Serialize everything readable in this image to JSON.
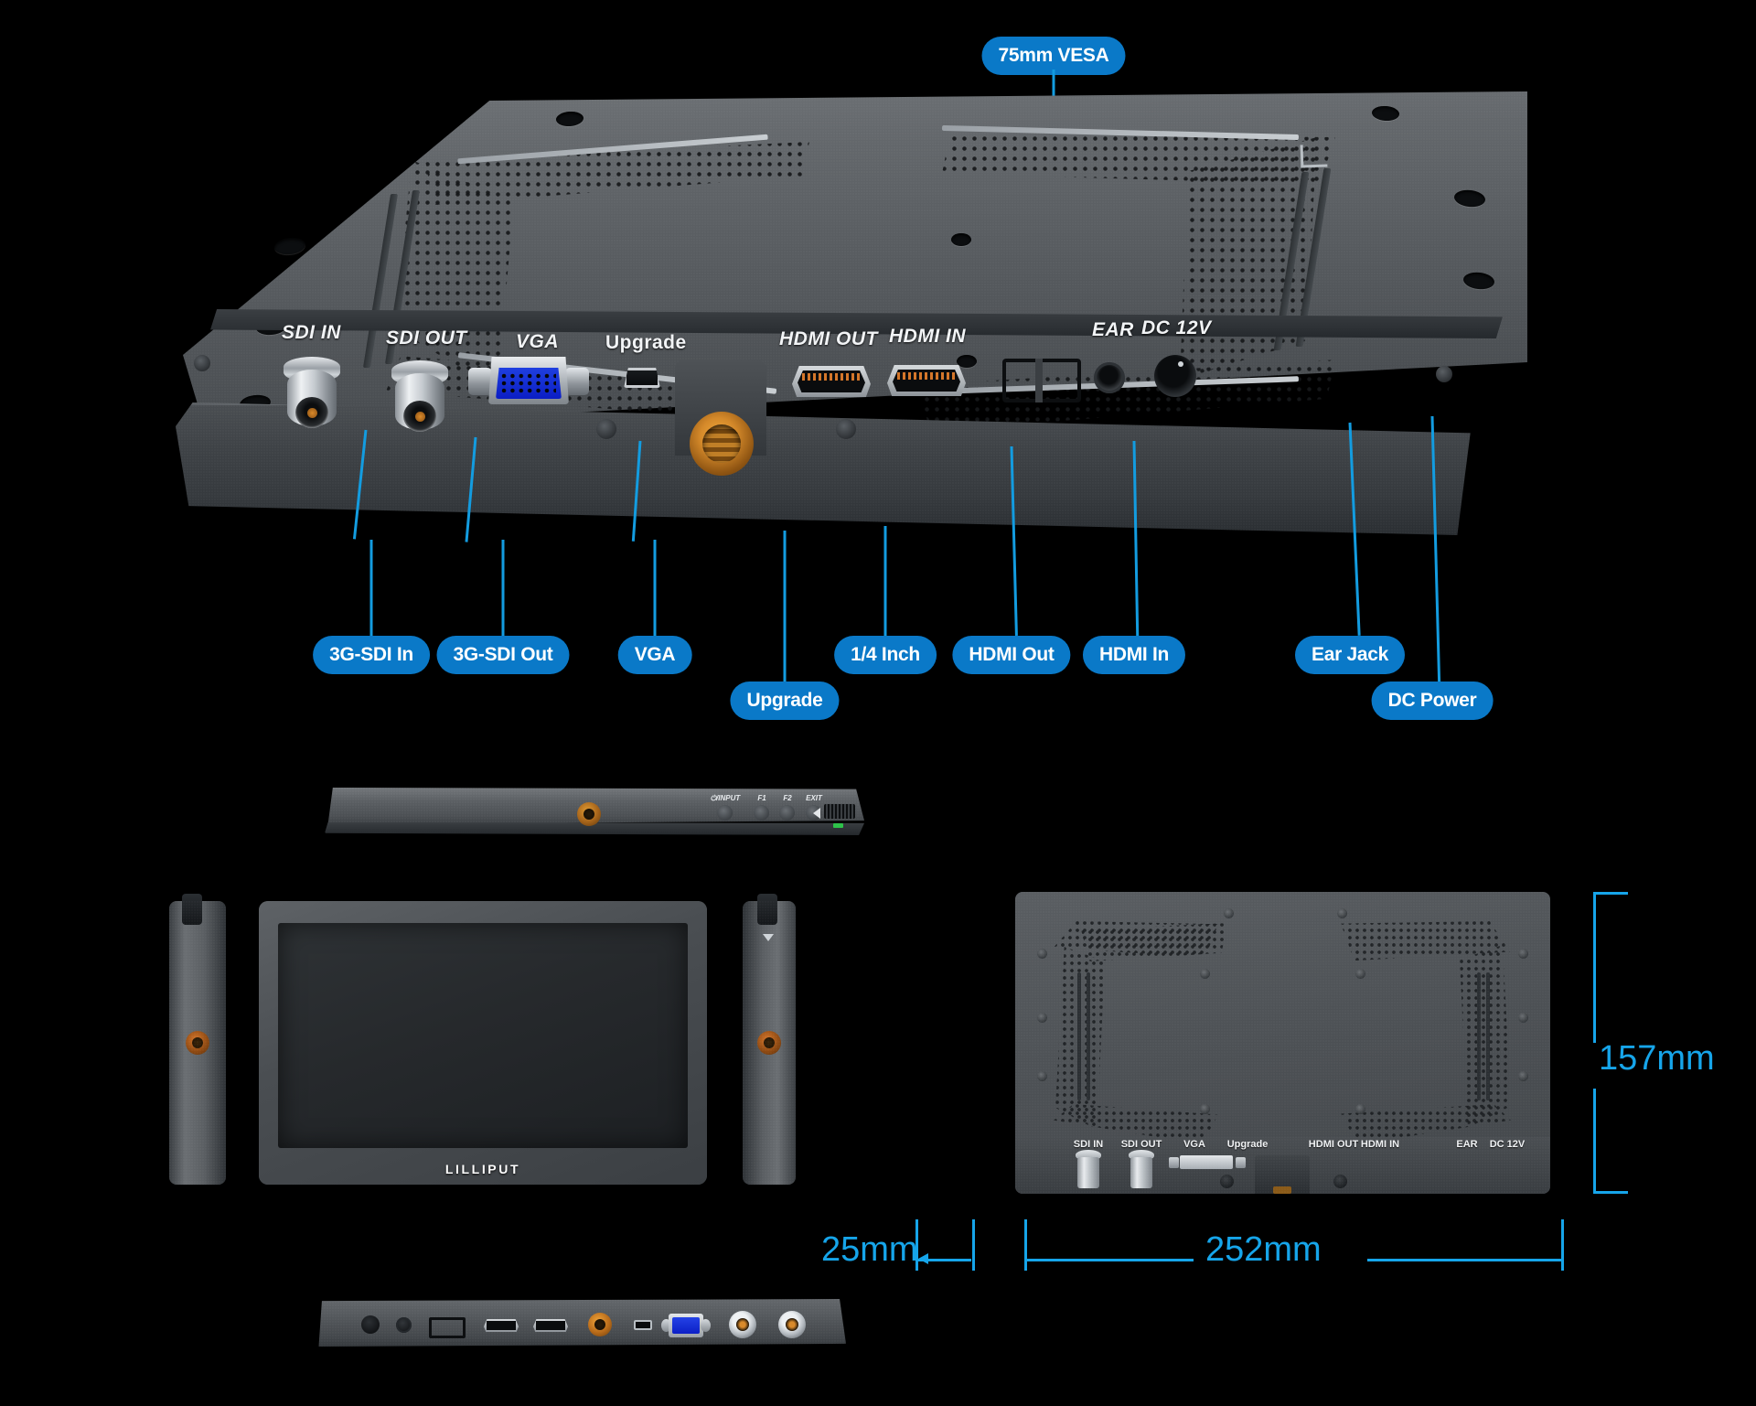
{
  "product": {
    "brand": "LILLIPUT"
  },
  "callouts": {
    "vesa": "75mm VESA",
    "items": [
      {
        "label": "3G-SDI In",
        "name": "callout-3g-sdi-in"
      },
      {
        "label": "3G-SDI Out",
        "name": "callout-3g-sdi-out"
      },
      {
        "label": "VGA",
        "name": "callout-vga"
      },
      {
        "label": "Upgrade",
        "name": "callout-upgrade"
      },
      {
        "label": "1/4 Inch",
        "name": "callout-quarter-inch"
      },
      {
        "label": "HDMI Out",
        "name": "callout-hdmi-out"
      },
      {
        "label": "HDMI In",
        "name": "callout-hdmi-in"
      },
      {
        "label": "Ear Jack",
        "name": "callout-ear-jack"
      },
      {
        "label": "DC Power",
        "name": "callout-dc-power"
      }
    ]
  },
  "port_labels": {
    "sdi_in": "SDI IN",
    "sdi_out": "SDI OUT",
    "vga": "VGA",
    "upgrade": "Upgrade",
    "hdmi_out": "HDMI OUT",
    "hdmi_in": "HDMI IN",
    "ear": "EAR",
    "dc": "DC 12V"
  },
  "rear_view_labels": {
    "sdi_in": "SDI IN",
    "sdi_out": "SDI OUT",
    "vga": "VGA",
    "upgrade": "Upgrade",
    "hdmi_out": "HDMI OUT",
    "hdmi_in": "HDMI IN",
    "ear": "EAR",
    "dc": "DC 12V"
  },
  "top_buttons": [
    {
      "label": "⏻/INPUT",
      "name": "power-input-button"
    },
    {
      "label": "F1",
      "name": "f1-button"
    },
    {
      "label": "F2",
      "name": "f2-button"
    },
    {
      "label": "EXIT",
      "name": "exit-button"
    }
  ],
  "dimensions": {
    "height": "157mm",
    "depth": "25mm",
    "width": "252mm"
  },
  "colors": {
    "accent_pill": "#0a79c8",
    "accent_line": "#16a5ea",
    "body": "#55595d",
    "tripod": "#d4892a",
    "vga_blue": "#1228d0"
  }
}
